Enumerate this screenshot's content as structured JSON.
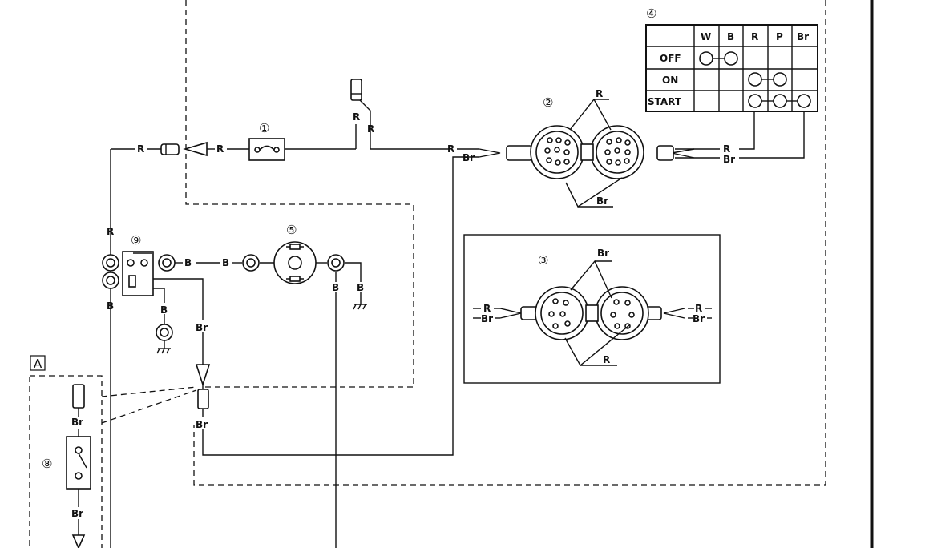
{
  "callouts": {
    "c1": "①",
    "c2": "②",
    "c3": "③",
    "c4": "④",
    "c5": "⑤",
    "c8": "⑧",
    "c9": "⑨",
    "a": "A"
  },
  "wires": {
    "r": "R",
    "br": "Br",
    "b": "B",
    "w": "W",
    "p": "P"
  },
  "switch_table": {
    "columns": [
      "W",
      "B",
      "R",
      "P",
      "Br"
    ],
    "rows": [
      "OFF",
      "ON",
      "START"
    ]
  }
}
